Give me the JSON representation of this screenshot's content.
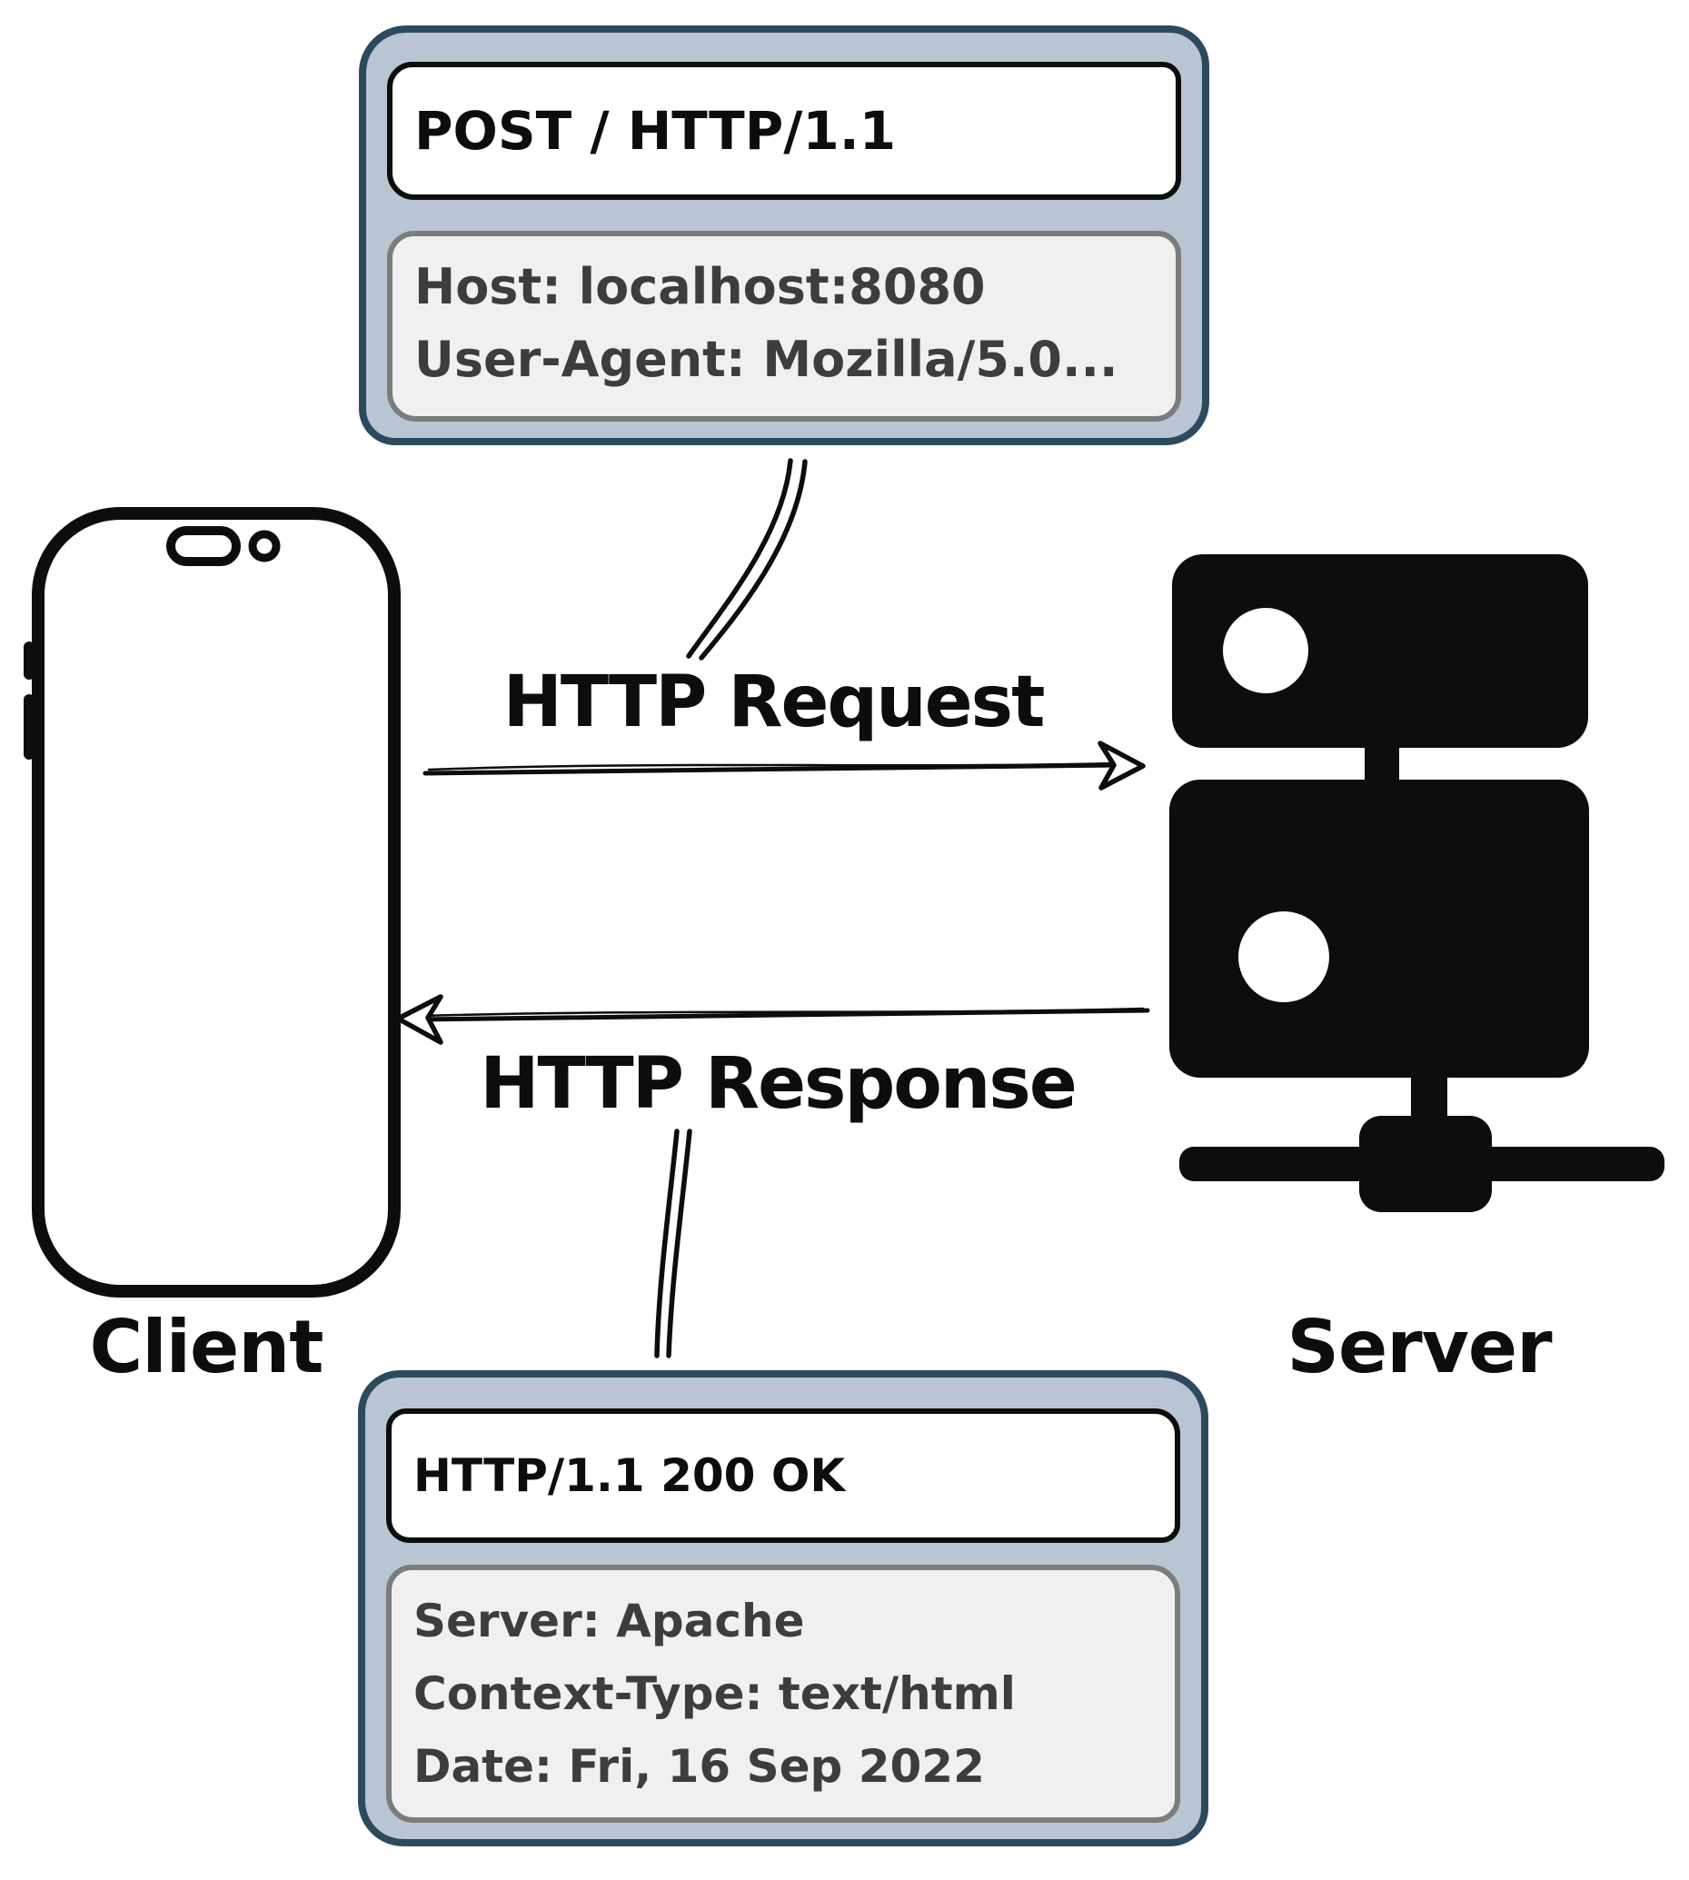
{
  "request_card": {
    "start_line": "POST / HTTP/1.1",
    "headers": [
      "Host: localhost:8080",
      "User-Agent: Mozilla/5.0..."
    ]
  },
  "response_card": {
    "status_line": "HTTP/1.1 200 OK",
    "headers": [
      "Server: Apache",
      "Context-Type: text/html",
      "Date: Fri, 16 Sep 2022"
    ]
  },
  "labels": {
    "request_arrow": "HTTP Request",
    "response_arrow": "HTTP Response",
    "client": "Client",
    "server": "Server"
  },
  "icons": {
    "client": "smartphone-outline-icon",
    "server": "server-rack-icon",
    "request": "right-arrow-icon",
    "response": "left-arrow-icon"
  },
  "colors": {
    "background": "#ffffff",
    "card_fill": "#b9c5d2",
    "card_border": "#2c4a5e",
    "header_box_fill": "#ffffff",
    "header_box_border": "#121212",
    "body_box_fill": "#f0f0f1",
    "body_box_border": "#7c7c7c",
    "body_text": "#3d3d3d",
    "ink": "#0d0d0d"
  }
}
